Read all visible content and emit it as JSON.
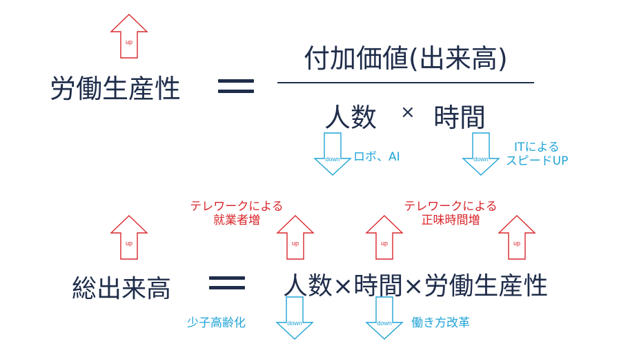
{
  "top": {
    "lhs": "労働生産性",
    "numerator": "付加価値(出来高)",
    "denom_left": "人数",
    "times": "×",
    "denom_right": "時間",
    "note_robot": "ロボ、AI",
    "note_it_line1": "ITによる",
    "note_it_line2": "スピードUP"
  },
  "bottom": {
    "lhs": "総出来高",
    "rhs": "人数×時間×労働生産性",
    "note_telework_workers_1": "テレワークによる",
    "note_telework_workers_2": "就業者増",
    "note_telework_time_1": "テレワークによる",
    "note_telework_time_2": "正味時間増",
    "note_birthrate": "少子高齢化",
    "note_workstyle": "働き方改革"
  },
  "arrow_labels": {
    "up": "up",
    "down": "down"
  },
  "colors": {
    "text": "#1f2d4a",
    "red": "#d9262b",
    "blue": "#1fa3d6"
  }
}
